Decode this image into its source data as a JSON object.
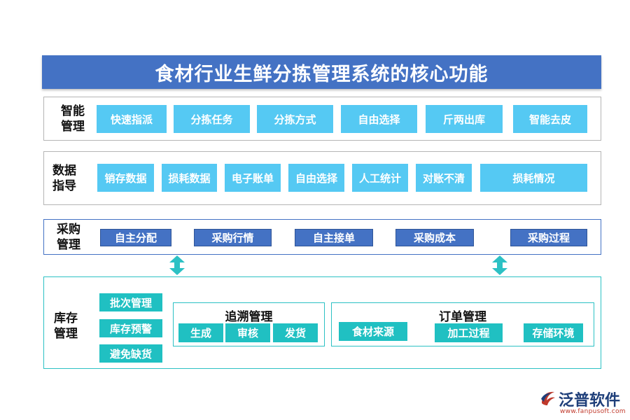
{
  "title": "食材行业生鲜分拣管理系统的核心功能",
  "sections": {
    "smart": {
      "label_l1": "智能",
      "label_l2": "管理",
      "items": [
        "快速指派",
        "分拣任务",
        "分拣方式",
        "自由选择",
        "斤两出库",
        "智能去皮"
      ]
    },
    "data": {
      "label_l1": "数据",
      "label_l2": "指导",
      "items": [
        "销存数据",
        "损耗数据",
        "电子账单",
        "自由选择",
        "人工统计",
        "对账不清",
        "损耗情况"
      ]
    },
    "purchase": {
      "label_l1": "采购",
      "label_l2": "管理",
      "items": [
        "自主分配",
        "采购行情",
        "自主接单",
        "采购成本",
        "采购过程"
      ]
    },
    "inventory": {
      "label_l1": "库存",
      "label_l2": "管理",
      "left_items": [
        "批次管理",
        "库存预警",
        "避免缺货"
      ],
      "trace": {
        "title": "追溯管理",
        "items": [
          "生成",
          "审核",
          "发货"
        ]
      },
      "order": {
        "title": "订单管理",
        "items": [
          "食材来源",
          "加工过程",
          "存储环境"
        ]
      }
    }
  },
  "logo": {
    "icon": "fanpu-logo-icon",
    "name": "泛普软件",
    "url": "www.fanpusoft.com"
  },
  "colors": {
    "title_bg": "#4472c4",
    "cyan_chip": "#55c9f3",
    "blue_chip": "#4472c4",
    "teal_chip": "#20c0c2",
    "arrow": "#2cc1c4"
  }
}
